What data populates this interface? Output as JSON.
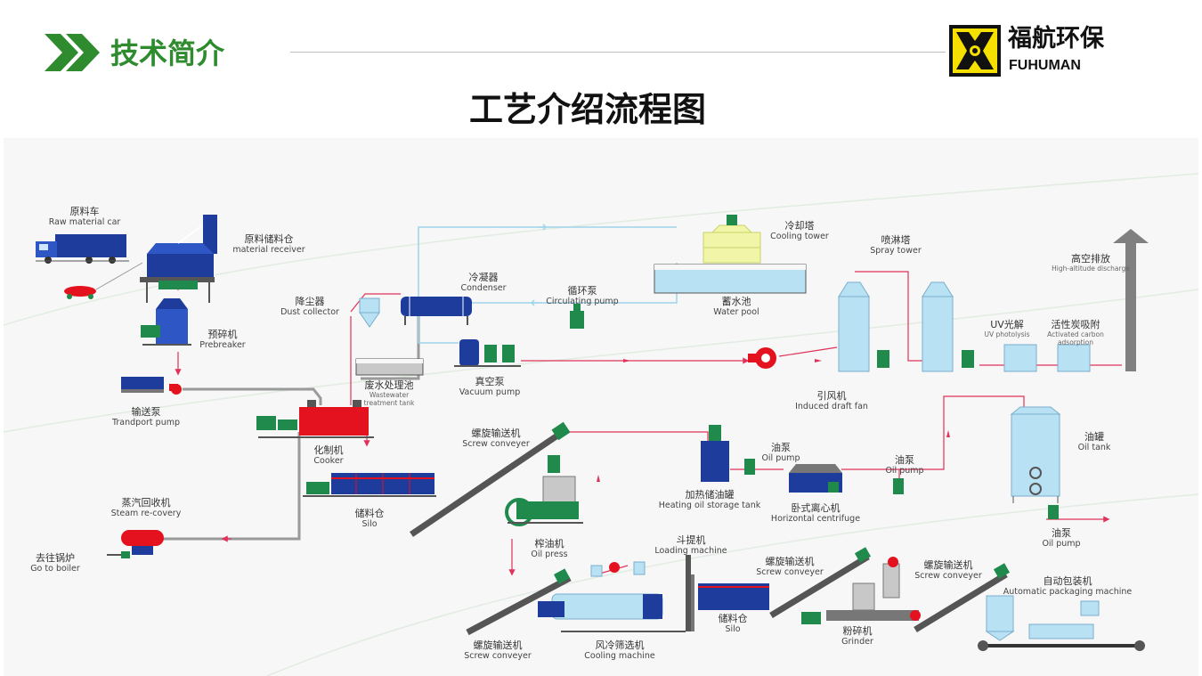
{
  "header": {
    "section_title": "技术简介",
    "main_title": "工艺介绍流程图",
    "accent_color": "#2e8b2e"
  },
  "logo": {
    "name_cn": "福航环保",
    "name_en": "FUHUMAN",
    "mark_color": "#f5e000"
  },
  "nodes": {
    "raw_car": {
      "cn": "原料车",
      "en": "Raw material car"
    },
    "material_receiver": {
      "cn": "原料储料仓",
      "en": "material receiver"
    },
    "prebreaker": {
      "cn": "预碎机",
      "en": "Prebreaker"
    },
    "transport_pump": {
      "cn": "输送泵",
      "en": "Trandport pump"
    },
    "dust_collector": {
      "cn": "降尘器",
      "en": "Dust collector"
    },
    "condenser": {
      "cn": "冷凝器",
      "en": "Condenser"
    },
    "circulating_pump": {
      "cn": "循环泵",
      "en": "Circulating pump"
    },
    "cooling_tower": {
      "cn": "冷却塔",
      "en": "Cooling tower"
    },
    "water_pool": {
      "cn": "蓄水池",
      "en": "Water pool"
    },
    "spray_tower": {
      "cn": "喷淋塔",
      "en": "Spray tower"
    },
    "high_discharge": {
      "cn": "高空排放",
      "en": "High-altitude discharge"
    },
    "uv": {
      "cn": "UV光解",
      "en": "UV photolysis"
    },
    "activated_carbon": {
      "cn": "活性炭吸附",
      "en": "Activated carbon adsorption"
    },
    "wastewater_tank": {
      "cn": "废水处理池",
      "en": "Wastewater treatment tank"
    },
    "vacuum_pump": {
      "cn": "真空泵",
      "en": "Vacuum pump"
    },
    "induced_fan": {
      "cn": "引风机",
      "en": "Induced draft fan"
    },
    "cooker": {
      "cn": "化制机",
      "en": "Cooker"
    },
    "silo1": {
      "cn": "储料仓",
      "en": "Silo"
    },
    "steam_recovery": {
      "cn": "蒸汽回收机",
      "en": "Steam re-covery"
    },
    "go_boiler": {
      "cn": "去往锅炉",
      "en": "Go to boiler"
    },
    "screw_conveyer1": {
      "cn": "螺旋输送机",
      "en": "Screw conveyer"
    },
    "oil_press": {
      "cn": "榨油机",
      "en": "Oil press"
    },
    "heating_tank": {
      "cn": "加热储油罐",
      "en": "Heating oil storage tank"
    },
    "oil_pump1": {
      "cn": "油泵",
      "en": "Oil pump"
    },
    "centrifuge": {
      "cn": "卧式离心机",
      "en": "Horizontal centrifuge"
    },
    "oil_pump2": {
      "cn": "油泵",
      "en": "Oil pump"
    },
    "oil_tank": {
      "cn": "油罐",
      "en": "Oil tank"
    },
    "oil_pump3": {
      "cn": "油泵",
      "en": "Oil pump"
    },
    "loading_machine": {
      "cn": "斗提机",
      "en": "Loading machine"
    },
    "screw_conveyer2": {
      "cn": "螺旋输送机",
      "en": "Screw conveyer"
    },
    "screw_conveyer3": {
      "cn": "螺旋输送机",
      "en": "Screw conveyer"
    },
    "packaging": {
      "cn": "自动包装机",
      "en": "Automatic packaging machine"
    },
    "screw_conveyer4": {
      "cn": "螺旋输送机",
      "en": "Screw conveyer"
    },
    "cooling_machine": {
      "cn": "风冷筛选机",
      "en": "Cooling machine"
    },
    "silo2": {
      "cn": "储料仓",
      "en": "Silo"
    },
    "grinder": {
      "cn": "粉碎机",
      "en": "Grinder"
    }
  },
  "colors": {
    "equipment_blue": "#1e3c9c",
    "tower_blue": "#b8e2f4",
    "cooker_red": "#e4121e",
    "motor_green": "#1f8a4c",
    "pipe_red": "#e0325a",
    "pipe_gray": "#9a9a9a"
  }
}
